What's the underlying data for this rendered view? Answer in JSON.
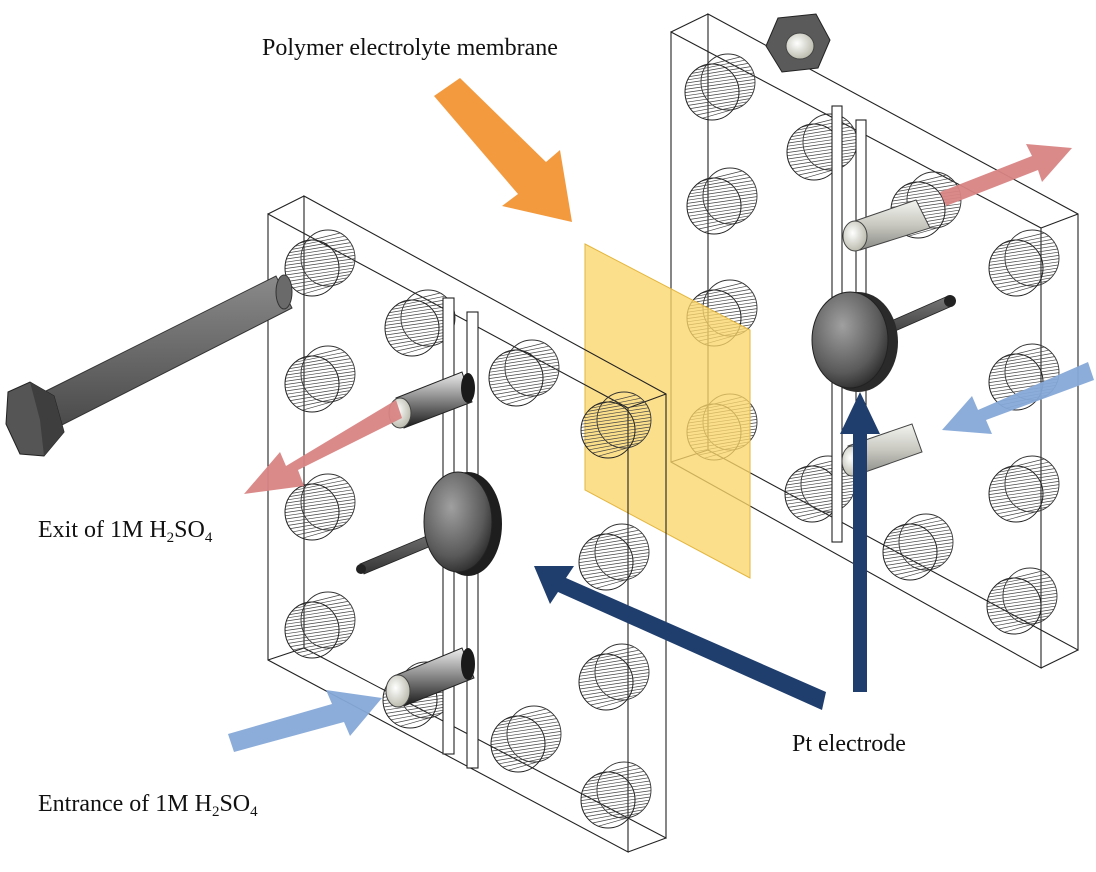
{
  "labels": {
    "membrane": "Polymer electrolyte membrane",
    "exit_prefix": "Exit of 1M H",
    "exit_sub1": "2",
    "exit_mid": "SO",
    "exit_sub2": "4",
    "entrance_prefix": "Entrance of 1M H",
    "entrance_sub1": "2",
    "entrance_mid": "SO",
    "entrance_sub2": "4",
    "electrode": "Pt electrode"
  },
  "colors": {
    "membrane_fill": "#fbd66a",
    "membrane_arrow": "#f39a3f",
    "outflow_arrow": "#d98484",
    "inflow_arrow": "#86a9d8",
    "electrode_arrow": "#1f3e6e",
    "bolt": "#6e6e6e",
    "frame_line": "#222222"
  }
}
